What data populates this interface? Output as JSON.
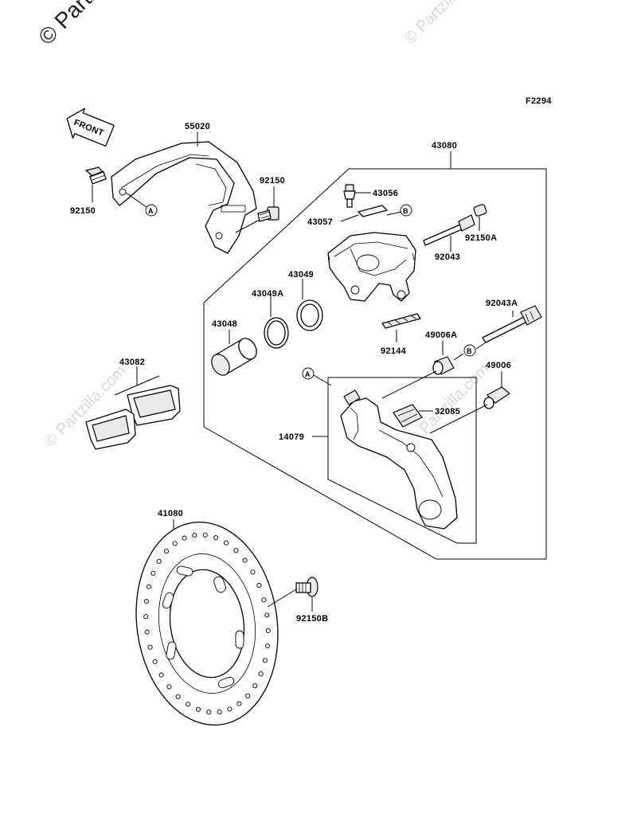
{
  "figure_code": "F2294",
  "watermark": "© Partzilla.com",
  "watermark_top": "© Partzi",
  "front_marker": "FRONT",
  "callouts": {
    "A": "A",
    "B": "B"
  },
  "labels": {
    "p55020": "55020",
    "p92150_left": "92150",
    "p92150_right": "92150",
    "p43080": "43080",
    "p43056": "43056",
    "p43057": "43057",
    "p92150A": "92150A",
    "p92043": "92043",
    "p43049": "43049",
    "p43049A": "43049A",
    "p43048": "43048",
    "p92043A": "92043A",
    "p49006A": "49006A",
    "p92144": "92144",
    "p49006": "49006",
    "p43082": "43082",
    "p32085": "32085",
    "p14079": "14079",
    "p41080": "41080",
    "p92150B": "92150B"
  }
}
